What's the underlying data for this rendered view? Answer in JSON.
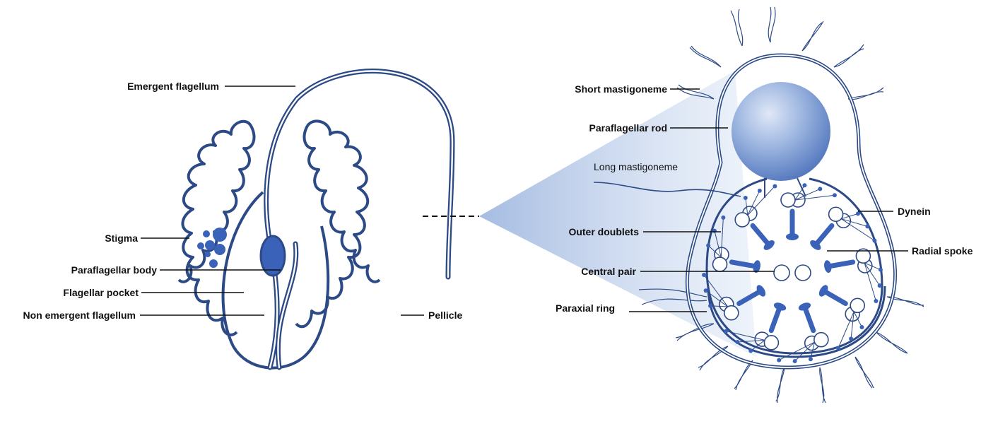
{
  "colors": {
    "outline": "#2c4a86",
    "accent": "#3a62b8",
    "light": "#dbe6f5",
    "text": "#111111"
  },
  "labels": {
    "emergent_flagellum": "Emergent flagellum",
    "stigma": "Stigma",
    "paraflagellar_body": "Paraflagellar body",
    "flagellar_pocket": "Flagellar pocket",
    "non_emergent_flagellum": "Non emergent flagellum",
    "pellicle": "Pellicle",
    "short_mastigoneme": "Short mastigoneme",
    "paraflagellar_rod": "Paraflagellar rod",
    "long_mastigoneme": "Long mastigoneme",
    "dynein": "Dynein",
    "outer_doublets": "Outer doublets",
    "radial_spoke": "Radial spoke",
    "central_pair": "Central pair",
    "paraxial_ring": "Paraxial ring"
  }
}
